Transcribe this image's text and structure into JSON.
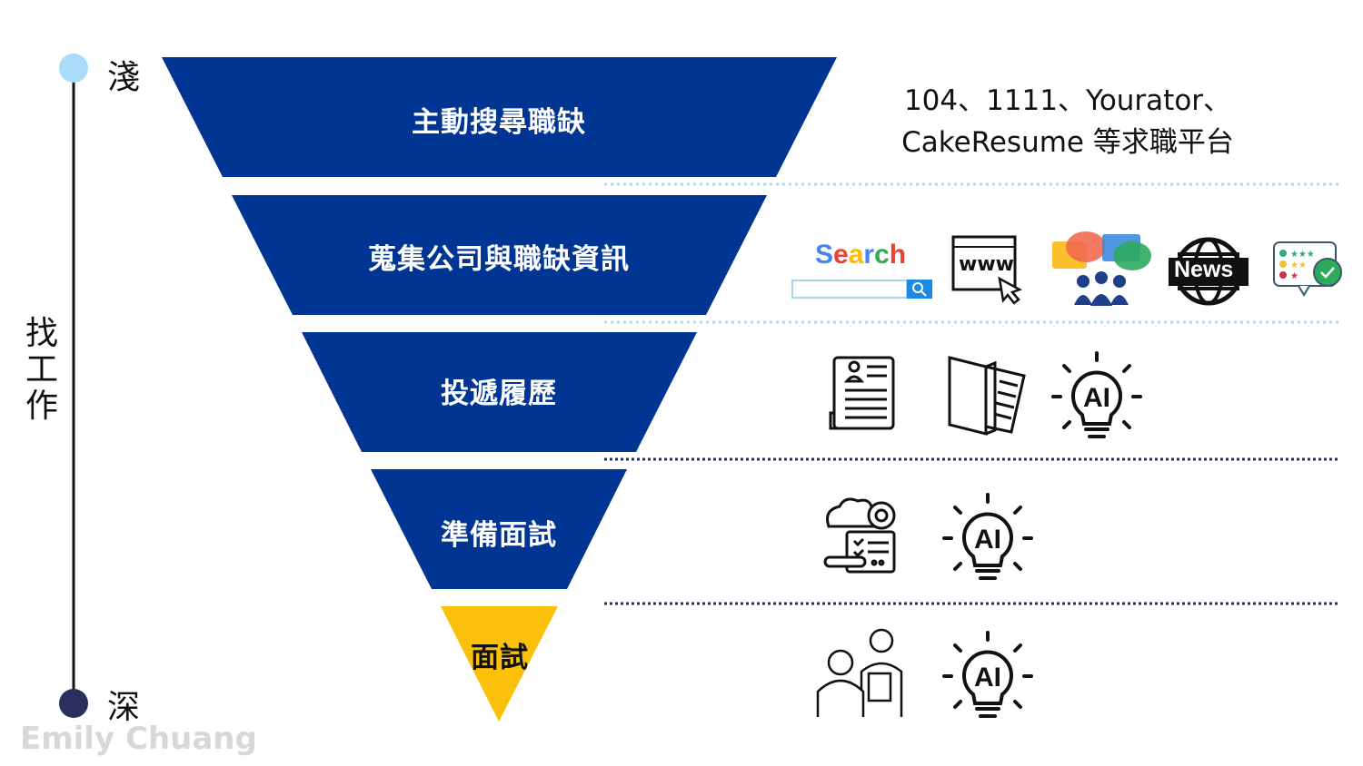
{
  "timeline": {
    "top_label": "淺",
    "bottom_label": "深",
    "axis_label": [
      "找",
      "工",
      "作"
    ],
    "top_color": "#a8dcf8",
    "bottom_color": "#2b2f5e"
  },
  "funnel": {
    "stages": [
      {
        "label": "主動搜尋職缺",
        "color": "#003594"
      },
      {
        "label": "蒐集公司與職缺資訊",
        "color": "#003594"
      },
      {
        "label": "投遞履歷",
        "color": "#003594"
      },
      {
        "label": "準備面試",
        "color": "#003594"
      },
      {
        "label": "面試",
        "color": "#fbc10a"
      }
    ]
  },
  "rows": {
    "platforms_line1": "104、1111、Yourator、",
    "platforms_line2": "CakeResume 等求職平台",
    "search_word": [
      "S",
      "e",
      "a",
      "r",
      "c",
      "h"
    ],
    "www_text": "www",
    "news_text": "News",
    "ai_text": "AI"
  },
  "watermark": "Emily Chuang"
}
